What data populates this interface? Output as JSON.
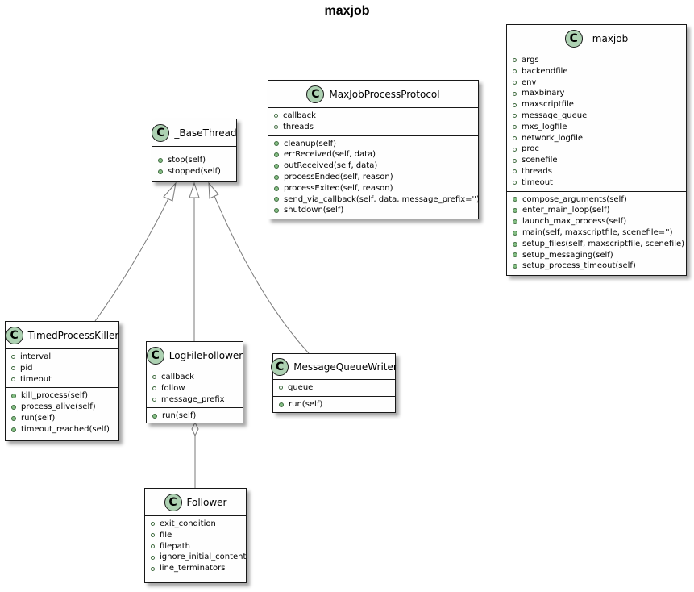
{
  "title": "maxjob",
  "colors": {
    "class_icon": "#add1b2",
    "method_icon": "#84be84",
    "edge": "#7a7a7a"
  },
  "classes": {
    "maxjob": {
      "name": "_maxjob",
      "fields": [
        "args",
        "backendfile",
        "env",
        "maxbinary",
        "maxscriptfile",
        "message_queue",
        "mxs_logfile",
        "network_logfile",
        "proc",
        "scenefile",
        "threads",
        "timeout"
      ],
      "methods": [
        "compose_arguments(self)",
        "enter_main_loop(self)",
        "launch_max_process(self)",
        "main(self, maxscriptfile, scenefile='')",
        "setup_files(self, maxscriptfile, scenefile)",
        "setup_messaging(self)",
        "setup_process_timeout(self)"
      ]
    },
    "protocol": {
      "name": "MaxJobProcessProtocol",
      "fields": [
        "callback",
        "threads"
      ],
      "methods": [
        "cleanup(self)",
        "errReceived(self, data)",
        "outReceived(self, data)",
        "processEnded(self, reason)",
        "processExited(self, reason)",
        "send_via_callback(self, data, message_prefix='')",
        "shutdown(self)"
      ]
    },
    "basethread": {
      "name": "_BaseThread",
      "fields": [],
      "methods": [
        "stop(self)",
        "stopped(self)"
      ]
    },
    "killer": {
      "name": "TimedProcessKiller",
      "fields": [
        "interval",
        "pid",
        "timeout"
      ],
      "methods": [
        "kill_process(self)",
        "process_alive(self)",
        "run(self)",
        "timeout_reached(self)"
      ]
    },
    "logfollower": {
      "name": "LogFileFollower",
      "fields": [
        "callback",
        "follow",
        "message_prefix"
      ],
      "methods": [
        "run(self)"
      ]
    },
    "mqwriter": {
      "name": "MessageQueueWriter",
      "fields": [
        "queue"
      ],
      "methods": [
        "run(self)"
      ]
    },
    "follower": {
      "name": "Follower",
      "fields": [
        "exit_condition",
        "file",
        "filepath",
        "ignore_initial_content",
        "line_terminators"
      ],
      "methods": []
    }
  }
}
